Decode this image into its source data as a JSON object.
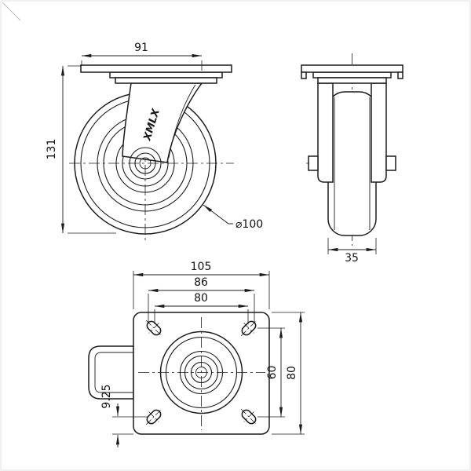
{
  "drawing": {
    "background": "#ffffff",
    "line_color": "#1c1c1c",
    "views": {
      "side": {
        "label": "side-view-of-swivel-caster",
        "dims": {
          "top_width": "91",
          "overall_height": "131",
          "wheel_diameter": "⌀100"
        },
        "brand_mark": "XMLX"
      },
      "front": {
        "label": "front-view-of-swivel-caster",
        "dims": {
          "wheel_width": "35"
        }
      },
      "plan": {
        "label": "top-plate-plan-view",
        "dims": {
          "plate_length": "105",
          "bolt_span_outer": "86",
          "bolt_span_inner": "80",
          "bolt_span_vertical": "60",
          "plate_width": "80",
          "edge_offset": "9.25"
        }
      }
    }
  }
}
